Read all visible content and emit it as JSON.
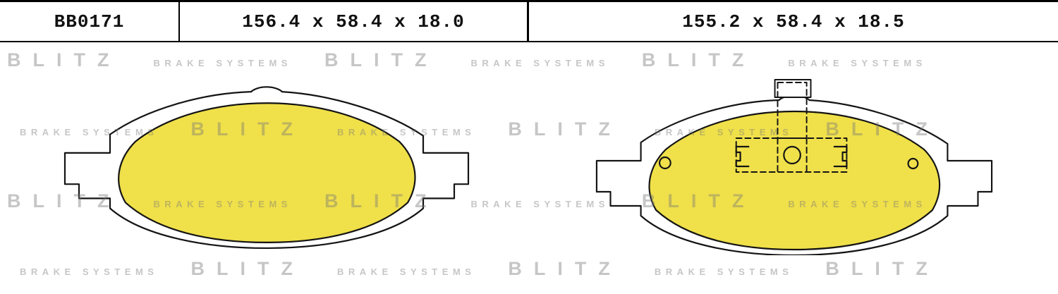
{
  "header": {
    "part_number": "BB0171",
    "left_pad_dimensions": "156.4 x 58.4 x 18.0",
    "right_pad_dimensions": "155.2 x 58.4 x 18.5"
  },
  "watermark": {
    "brand": "BLITZ",
    "tagline": "BRAKE SYSTEMS"
  },
  "colors": {
    "pad_friction_yellow": "#F0E04A",
    "outline_black": "#141414",
    "watermark_gray": "#c9c9c9"
  }
}
